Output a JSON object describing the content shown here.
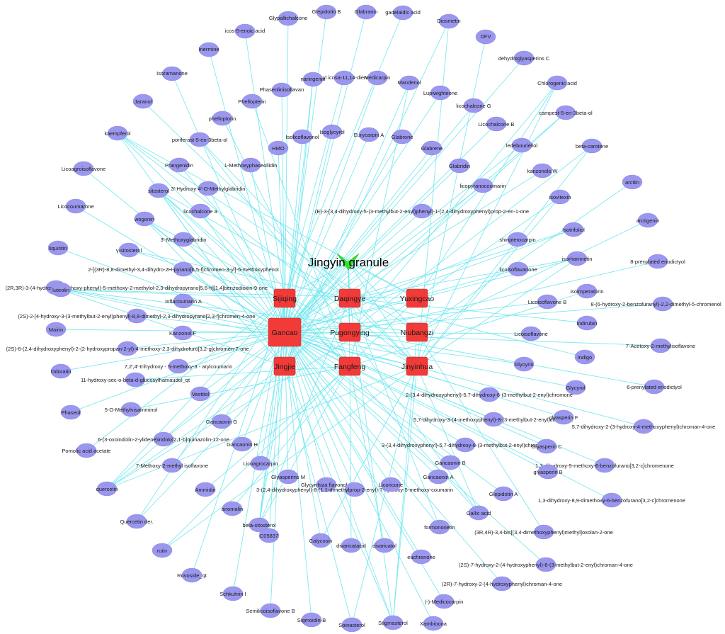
{
  "root": {
    "label": "Jingyin granule",
    "color": "#2ee61e"
  },
  "herb_color": "#f23a38",
  "compound_color": "#9b97ee",
  "edge_color": "#66e6ee",
  "herbs": [
    "Sijiqing",
    "Daqingye",
    "Yuxingcao",
    "Gancao",
    "Pugongying",
    "Niubangzi",
    "Jingjie",
    "Fangfeng",
    "Jinyinhua"
  ],
  "compounds": [
    "Glepidotin B",
    "Glabranin",
    "gadelaidic acid",
    "Glypallichalcone",
    "icos-5-enoic acid",
    "Diosmetin",
    "DFV",
    "Inermine",
    "dehydroglyasperins C",
    "Isoramanone",
    "methyl icosa-11,14-dienoate",
    "naringenin",
    "Medicarpin",
    "Mandenol",
    "Phaseolinisoflavan",
    "Chlorogenic acid",
    "Lupiwighteone",
    "Jaranol",
    "Phellopterin",
    "licochalcone G",
    "phelloptorin",
    "campest-5-en-3beta-ol",
    "Licochalcone B",
    "kaempferol",
    "Isoglycyrol",
    "Isolicoflavonol",
    "Eurycarpin A",
    "Glabrone",
    "poriferast-5-en-3beta-ol",
    "HMO",
    "ledebouriellol",
    "beta-carotene",
    "Glabrene",
    "1-Methoxyphaseollidin",
    "Prangenidin",
    "Licoagroisoflavone",
    "Glabridin",
    "kanzonols W",
    "licopyranocoumarin",
    "arctiin",
    "sitosterol",
    "3'-Hydroxy-4'-O-Methylglabridin",
    "isovitexin",
    "Licocoumarone",
    "licochalcone a",
    "(E)-3-[3,4-dihydroxy-5-(3-methylbut-2-enyl)phenyl]-1-(2,4-dihydroxyphenyl)prop-2-en-1-one",
    "wogonin",
    "arctigenin",
    "Isotrifoliol",
    "liquiritin",
    "3'-Methoxyglabridin",
    "shinpterocarpin",
    "γ-sitosterol",
    "isorhamnetin",
    "8-prenylated eriodictyol",
    "2-[(3R)-8,8-dimethyl-3,4-dihydro-2H-pyrano[6,5-f]chromen-3-yl]-5-methoxyphenol",
    "licoisoflavanone",
    "(2R,3R)-3-(4-hydroxy-3-methoxy-phenyl)-5-methoxy-2-methylol-2,3-dihydropyrano[5,6-h][1,4]benzodioxin-9-one",
    "luteolin",
    "isoimperatorin",
    "Inflacoumarin A",
    "Licoisoflavone B",
    "8-(6-hydroxy-2-benzofuranyl)-2,2-dimethyl-5-chromenol",
    "(2S)-2-[4-hydroxy-3-(3-methylbut-2-enyl)phenyl]-8,8-dimethyl-2,3-dihydropyrano[2,3-f]chromen-4-one",
    "indirubin",
    "Mairin",
    "Kanzonol F",
    "Licoisoflavone",
    "7-Acetoxy-2-methylisoflavone",
    "(2S)-6-(2,4-dihydroxyphenyl)-2-(2-hydroxypropan-2-yl)-4-methoxy-2,3-dihydrofuro[3,2-g]chromen-7-one",
    "Indigo",
    "Odoratin",
    "7,2',4'-trihydroxy - 5-methoxy-3 - arylcoumarin",
    "Glycyrin",
    "11-hydroxy-sec-o-beta-d-glucosylhamaudol_qt",
    "Glycyrol",
    "6-prenylated eriodictyol",
    "Vestitol",
    "2-(3,4-dihydroxyphenyl)-5,7-dihydroxy-6-(3-methylbut-2-enyl)chromone",
    "Phaseol",
    "5-O-Methylvisamminol",
    "5,7-dihydroxy-3-(4-methoxyphenyl)-8-(3-methylbut-2-enyl)chromone",
    "glyasperin F",
    "Gancaonin G",
    "5,7-dihydroxy-2-(3-hydroxy-4-methoxyphenyl)chroman-4-one",
    "6-(3-oxoindolin-2-ylidene)indolo[2,1-b]quinazolin-12-one",
    "Pomolic acid acetate",
    "Gancaonin H",
    "3-(3,4-dihydroxyphenyl)-5,7-dihydroxy-8-(3-methylbut-2-enyl)chromone",
    "Glyasperin C",
    "7-Methoxy-2-methyl isoflavone",
    "1,3-dihydroxy-9-methoxy-6-benzofurano[3,2-c]chromenone",
    "Licoagrocarpin",
    "Gancaonin B",
    "quercetin",
    "Ammidin",
    "Glyasperins M",
    "Glycyrrhiza flavonol A",
    "3-(2,4-dihydroxyphenyl)-8-(1,1-dimethylprop-2-enyl)-7-hydroxy-5-methoxy-coumarin",
    "Licoricone",
    "Gancaonin A",
    "glyasperin B",
    "Glepidotin A",
    "1,3-dihydroxy-8,9-dimethoxy-6-benzofurano[3,2-c]chromenone",
    "anomalin",
    "Gallic acid",
    "Quercetin der.",
    "beta-sitosterol",
    "formononetin",
    "(3R,4R)-3,4-bis[(3,4-dimethoxyphenyl)methyl]oxolan-2-one",
    "C05837",
    "Calycosin",
    "divaricatacid",
    "divaricatol",
    "euchrenone",
    "rutin",
    "(2S)-7-hydroxy-2-(4-hydroxyphenyl)-8-(3-methylbut-2-enyl)chroman-4-one",
    "Ruvoside_qt",
    "(2R)-7-hydroxy-2-(4-hydroxyphenyl)chroman-4-one",
    "Schkuhrin I",
    "(-)-Medicocarpin",
    "Semilicoisoflavone B",
    "Sigmoidin-B",
    "Spinasterol",
    "Stigmasterol",
    "Xambioona"
  ]
}
